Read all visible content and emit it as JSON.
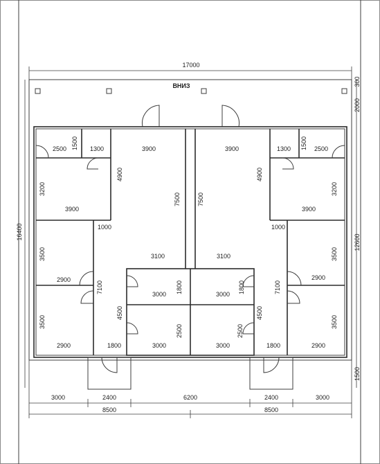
{
  "drawing": {
    "title_label": "ВНИЗ",
    "overall": {
      "width": "17000",
      "height_left": "16400",
      "height_right": "12600",
      "top_offsets": [
        "300",
        "2000"
      ],
      "bottom_offset_right": "1500"
    },
    "bottom_dims": {
      "row1": [
        "3000",
        "2400",
        "6200",
        "2400",
        "3000"
      ],
      "row2": [
        "8500",
        "8500"
      ]
    },
    "room_dims": [
      "2500",
      "1300",
      "1500",
      "3900",
      "3900",
      "1300",
      "1500",
      "2500",
      "4900",
      "7500",
      "7500",
      "4900",
      "3200",
      "3900",
      "3900",
      "3200",
      "1000",
      "1000",
      "3100",
      "3100",
      "3500",
      "3500",
      "2900",
      "2900",
      "3000",
      "1800",
      "3000",
      "1800",
      "7100",
      "7100",
      "4500",
      "4500",
      "2500",
      "2500",
      "3500",
      "3500",
      "2900",
      "2900",
      "1800",
      "3000",
      "3000",
      "1800"
    ]
  },
  "colors": {
    "line": "#2b2b2b",
    "paper": "#ffffff",
    "border": "#444444"
  }
}
